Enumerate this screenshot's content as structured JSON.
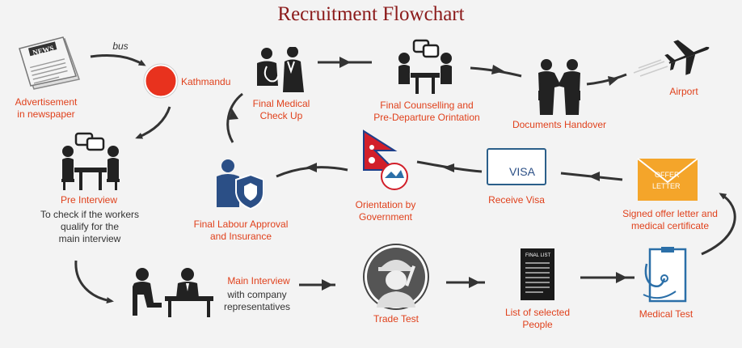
{
  "title": "Recruitment Flowchart",
  "steps": {
    "advertisement": "Advertisement\nin newspaper",
    "newspaper_text": "NEWS",
    "bus": "bus",
    "kathmandu": "Kathmandu",
    "pre_interview": "Pre Interview",
    "pre_interview_desc": "To check if the workers\nqualify for the\nmain interview",
    "main_interview": "Main Interview",
    "main_interview_desc": "with company\nrepresentatives",
    "trade_test": "Trade Test",
    "selected_people": "List of selected\nPeople",
    "final_list": "FINAL LIST",
    "medical_test": "Medical Test",
    "signed_offer": "Signed offer letter and\nmedical certificate",
    "offer_letter_word1": "OFFER",
    "offer_letter_word2": "LETTER",
    "receive_visa": "Receive Visa",
    "visa_card": "VISA",
    "orientation": "Orientation by\nGovernment",
    "labour_approval": "Final Labour Approval\nand Insurance",
    "final_medical": "Final Medical\nCheck Up",
    "final_counselling": "Final Counselling and\nPre-Departure Orintation",
    "documents_handover": "Documents Handover",
    "airport": "Airport"
  },
  "colors": {
    "label": "#e0411c",
    "title": "#8b1a1a",
    "arrow": "#333333",
    "text": "#333333",
    "kathmandu_dot": "#e8321e",
    "shield": "#2b4f86",
    "envelope": "#f4a52a"
  }
}
